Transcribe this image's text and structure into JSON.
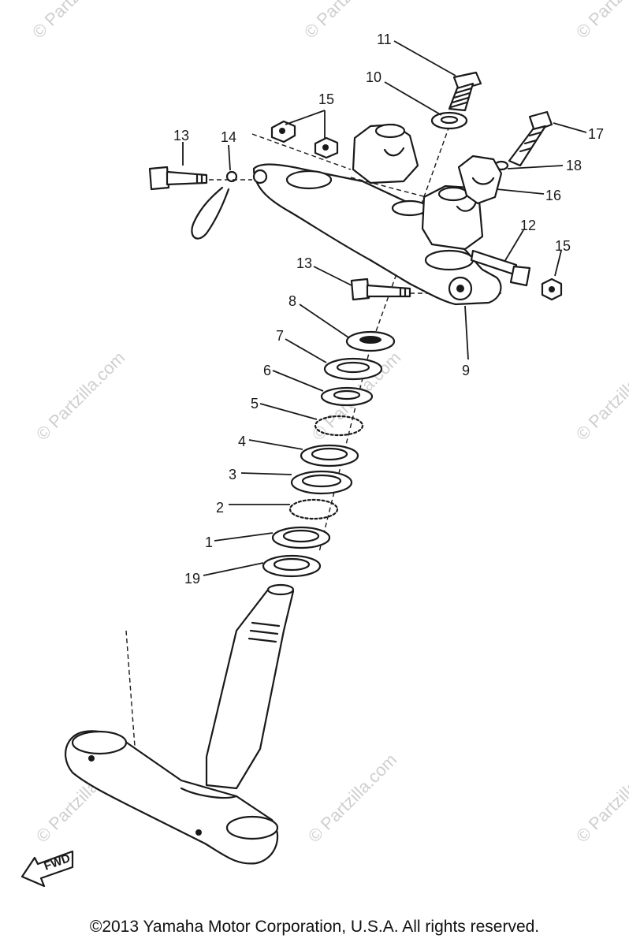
{
  "watermark": "© Partzilla.com",
  "copyright": "©2013  Yamaha Motor Corporation, U.S.A. All rights reserved.",
  "fwd_label": "FWD",
  "callouts": [
    "11",
    "10",
    "15",
    "13",
    "14",
    "17",
    "18",
    "16",
    "12",
    "15",
    "13",
    "8",
    "9",
    "7",
    "6",
    "5",
    "4",
    "3",
    "2",
    "1",
    "19"
  ]
}
